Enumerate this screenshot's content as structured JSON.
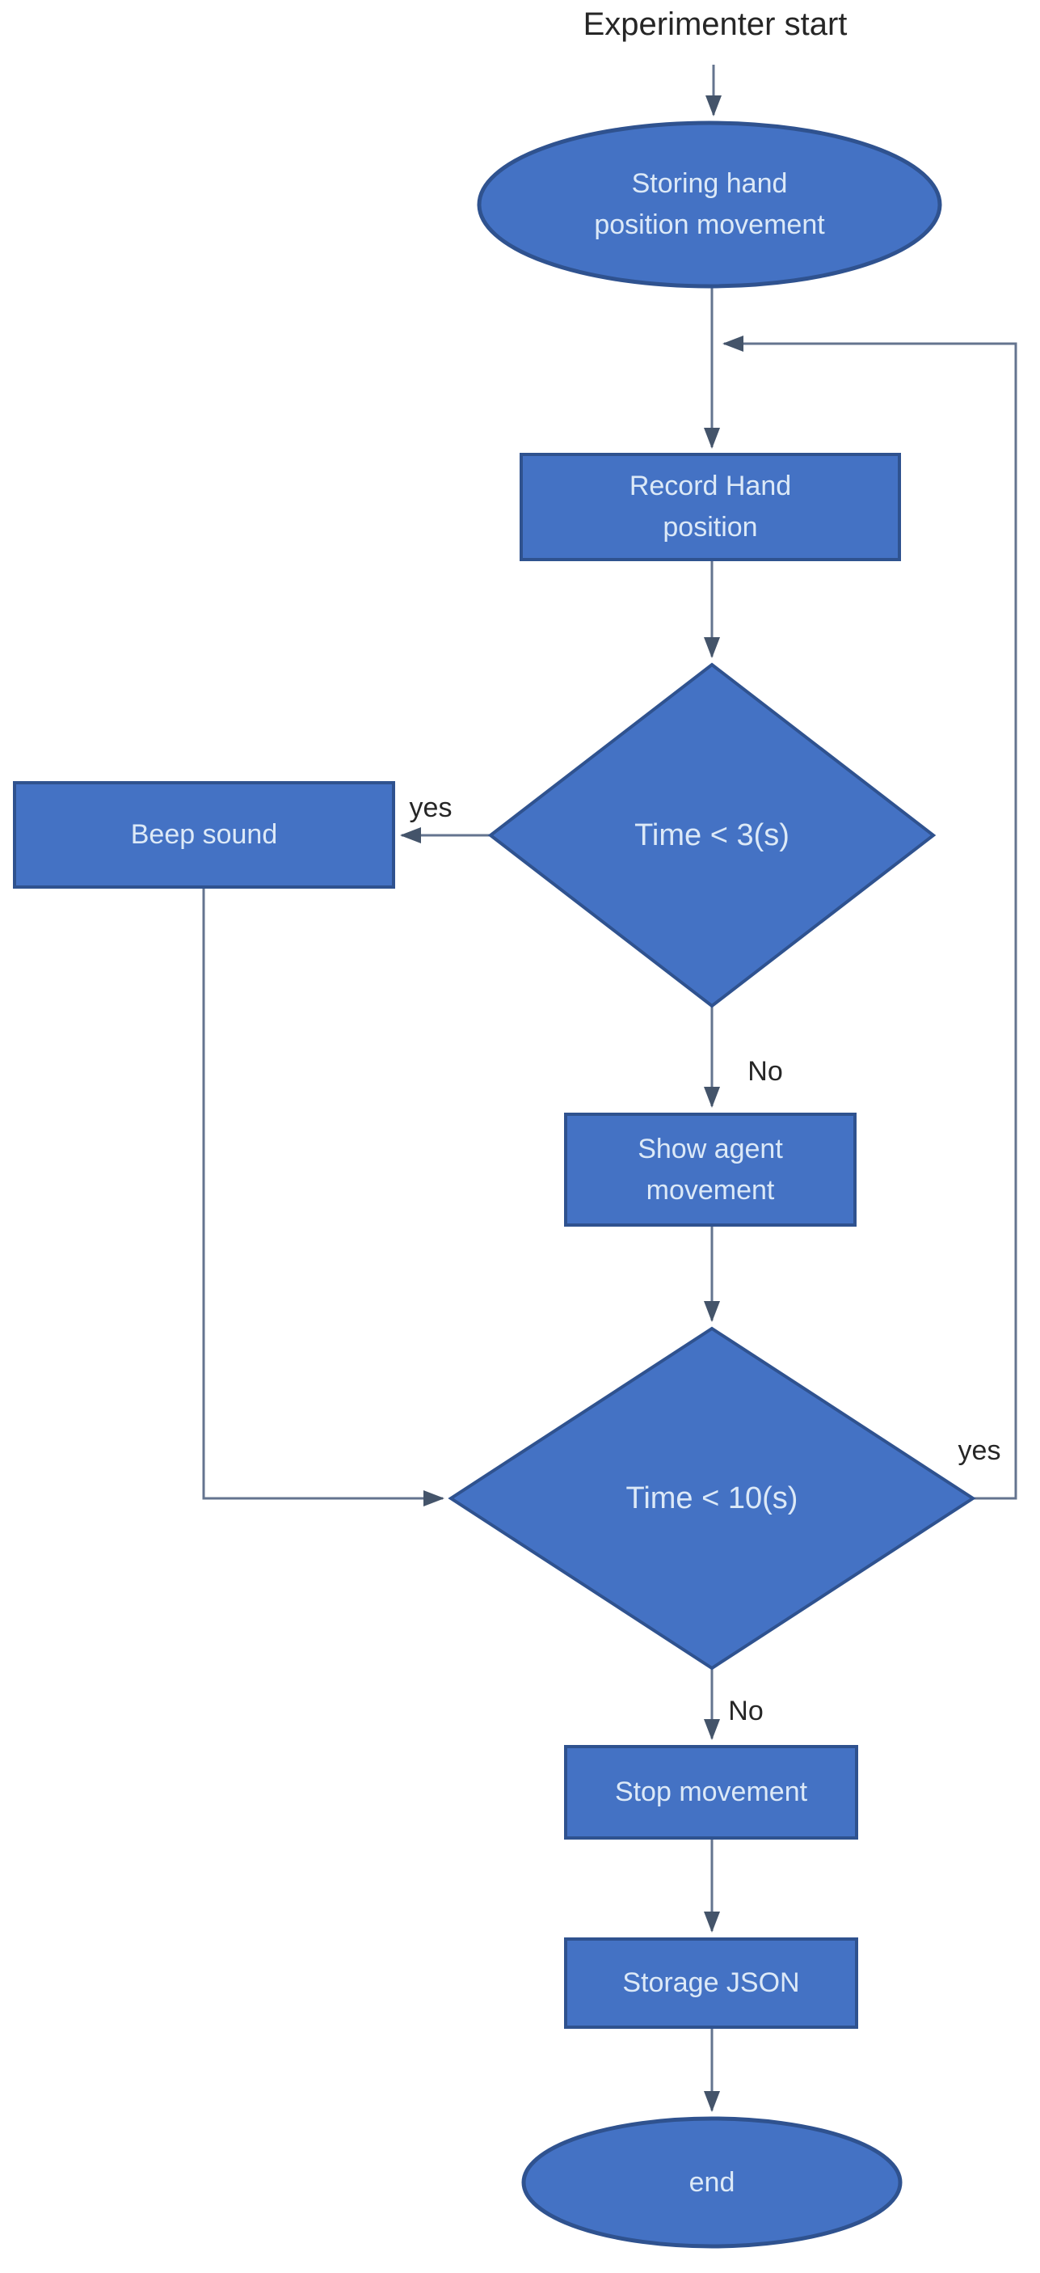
{
  "flowchart": {
    "title_label": "Experimenter start",
    "nodes": {
      "start_terminator": {
        "type": "terminator",
        "label": "Storing hand position movement"
      },
      "record": {
        "type": "process",
        "label": "Record Hand position"
      },
      "decision_time3": {
        "type": "decision",
        "label": "Time < 3(s)"
      },
      "beep": {
        "type": "process",
        "label": "Beep sound"
      },
      "show_agent": {
        "type": "process",
        "label": "Show agent movement"
      },
      "decision_time10": {
        "type": "decision",
        "label": "Time < 10(s)"
      },
      "stop": {
        "type": "process",
        "label": "Stop movement"
      },
      "storage": {
        "type": "process",
        "label": "Storage JSON"
      },
      "end_terminator": {
        "type": "terminator",
        "label": "end"
      }
    },
    "edge_labels": {
      "d1_yes": "yes",
      "d1_no": "No",
      "d2_yes": "yes",
      "d2_no": "No"
    },
    "edges": [
      {
        "from": "experimenter-start-label",
        "to": "start_terminator",
        "label": ""
      },
      {
        "from": "start_terminator",
        "to": "record",
        "label": ""
      },
      {
        "from": "record",
        "to": "decision_time3",
        "label": ""
      },
      {
        "from": "decision_time3",
        "to": "beep",
        "label": "yes"
      },
      {
        "from": "decision_time3",
        "to": "show_agent",
        "label": "No"
      },
      {
        "from": "beep",
        "to": "decision_time10",
        "label": ""
      },
      {
        "from": "show_agent",
        "to": "decision_time10",
        "label": ""
      },
      {
        "from": "decision_time10",
        "to": "record",
        "label": "yes"
      },
      {
        "from": "decision_time10",
        "to": "stop",
        "label": "No"
      },
      {
        "from": "stop",
        "to": "storage",
        "label": ""
      },
      {
        "from": "storage",
        "to": "end_terminator",
        "label": ""
      }
    ],
    "colors": {
      "shape_fill": "#4472C4",
      "shape_border": "#2F528F",
      "shape_text": "#DCE9F7",
      "connector": "#64748F",
      "connector_head": "#44546A",
      "label_text": "#262626",
      "background": "#FFFFFF"
    }
  }
}
